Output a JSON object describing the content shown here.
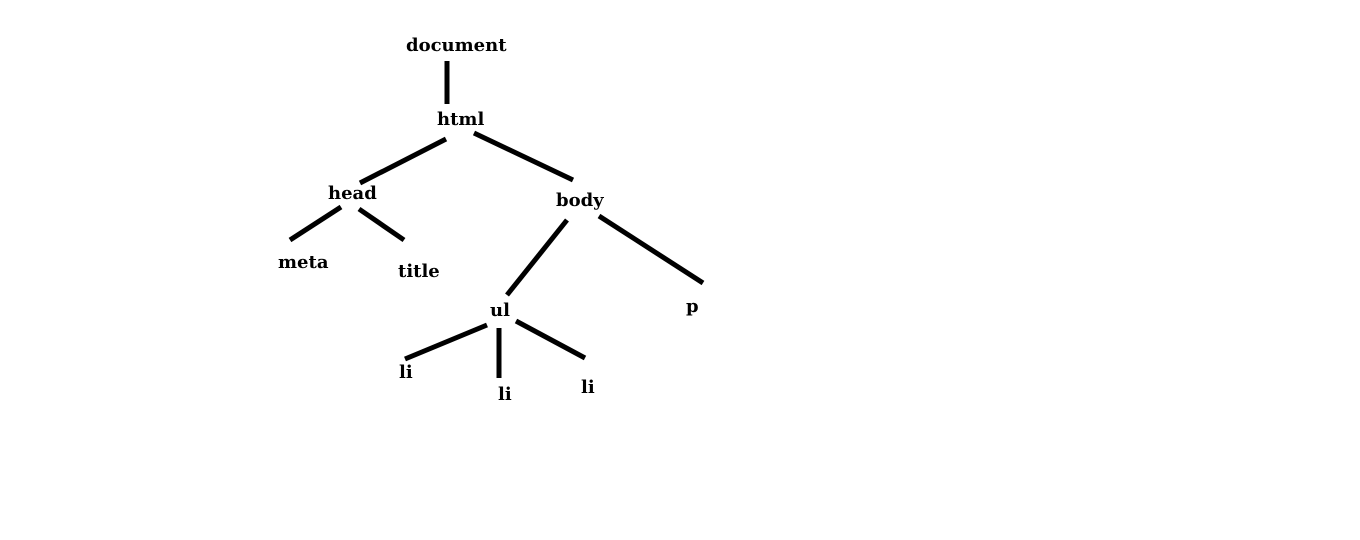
{
  "tree": {
    "nodes": {
      "document": "document",
      "html": "html",
      "head": "head",
      "body": "body",
      "meta": "meta",
      "title": "title",
      "ul": "ul",
      "p": "p",
      "li_1": "li",
      "li_2": "li",
      "li_3": "li"
    },
    "edges": [
      [
        "document",
        "html"
      ],
      [
        "html",
        "head"
      ],
      [
        "html",
        "body"
      ],
      [
        "head",
        "meta"
      ],
      [
        "head",
        "title"
      ],
      [
        "body",
        "ul"
      ],
      [
        "body",
        "p"
      ],
      [
        "ul",
        "li_1"
      ],
      [
        "ul",
        "li_2"
      ],
      [
        "ul",
        "li_3"
      ]
    ],
    "line_color": "#000000",
    "text_color": "#000000",
    "background": "#ffffff"
  }
}
